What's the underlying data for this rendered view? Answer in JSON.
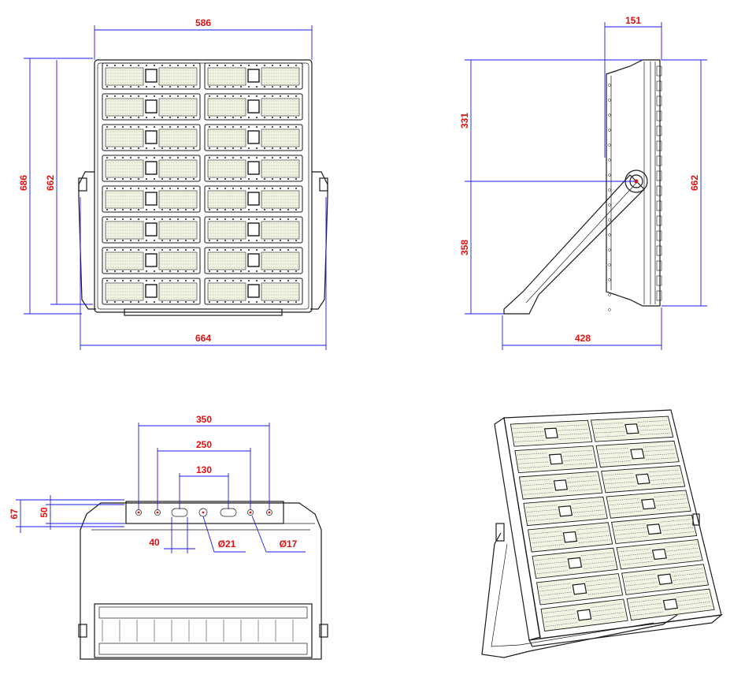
{
  "colors": {
    "dimension_line": "#1a1af0",
    "dimension_text": "#e01010",
    "outline": "#1a1a1a",
    "led_fill": "#f3f3e4"
  },
  "views": {
    "front": {
      "width_top": "586",
      "width_bottom": "664",
      "height_outer": "686",
      "height_inner": "662"
    },
    "side": {
      "depth_top": "151",
      "upper_height": "331",
      "lower_height": "358",
      "height_right": "662",
      "depth_bottom": "428"
    },
    "bracket": {
      "spacing_outer": "350",
      "spacing_middle": "250",
      "spacing_inner": "130",
      "slot_width": "40",
      "height_outer": "67",
      "height_inner": "50",
      "hole_large": "Ø21",
      "hole_small": "Ø17"
    },
    "isometric": {}
  }
}
